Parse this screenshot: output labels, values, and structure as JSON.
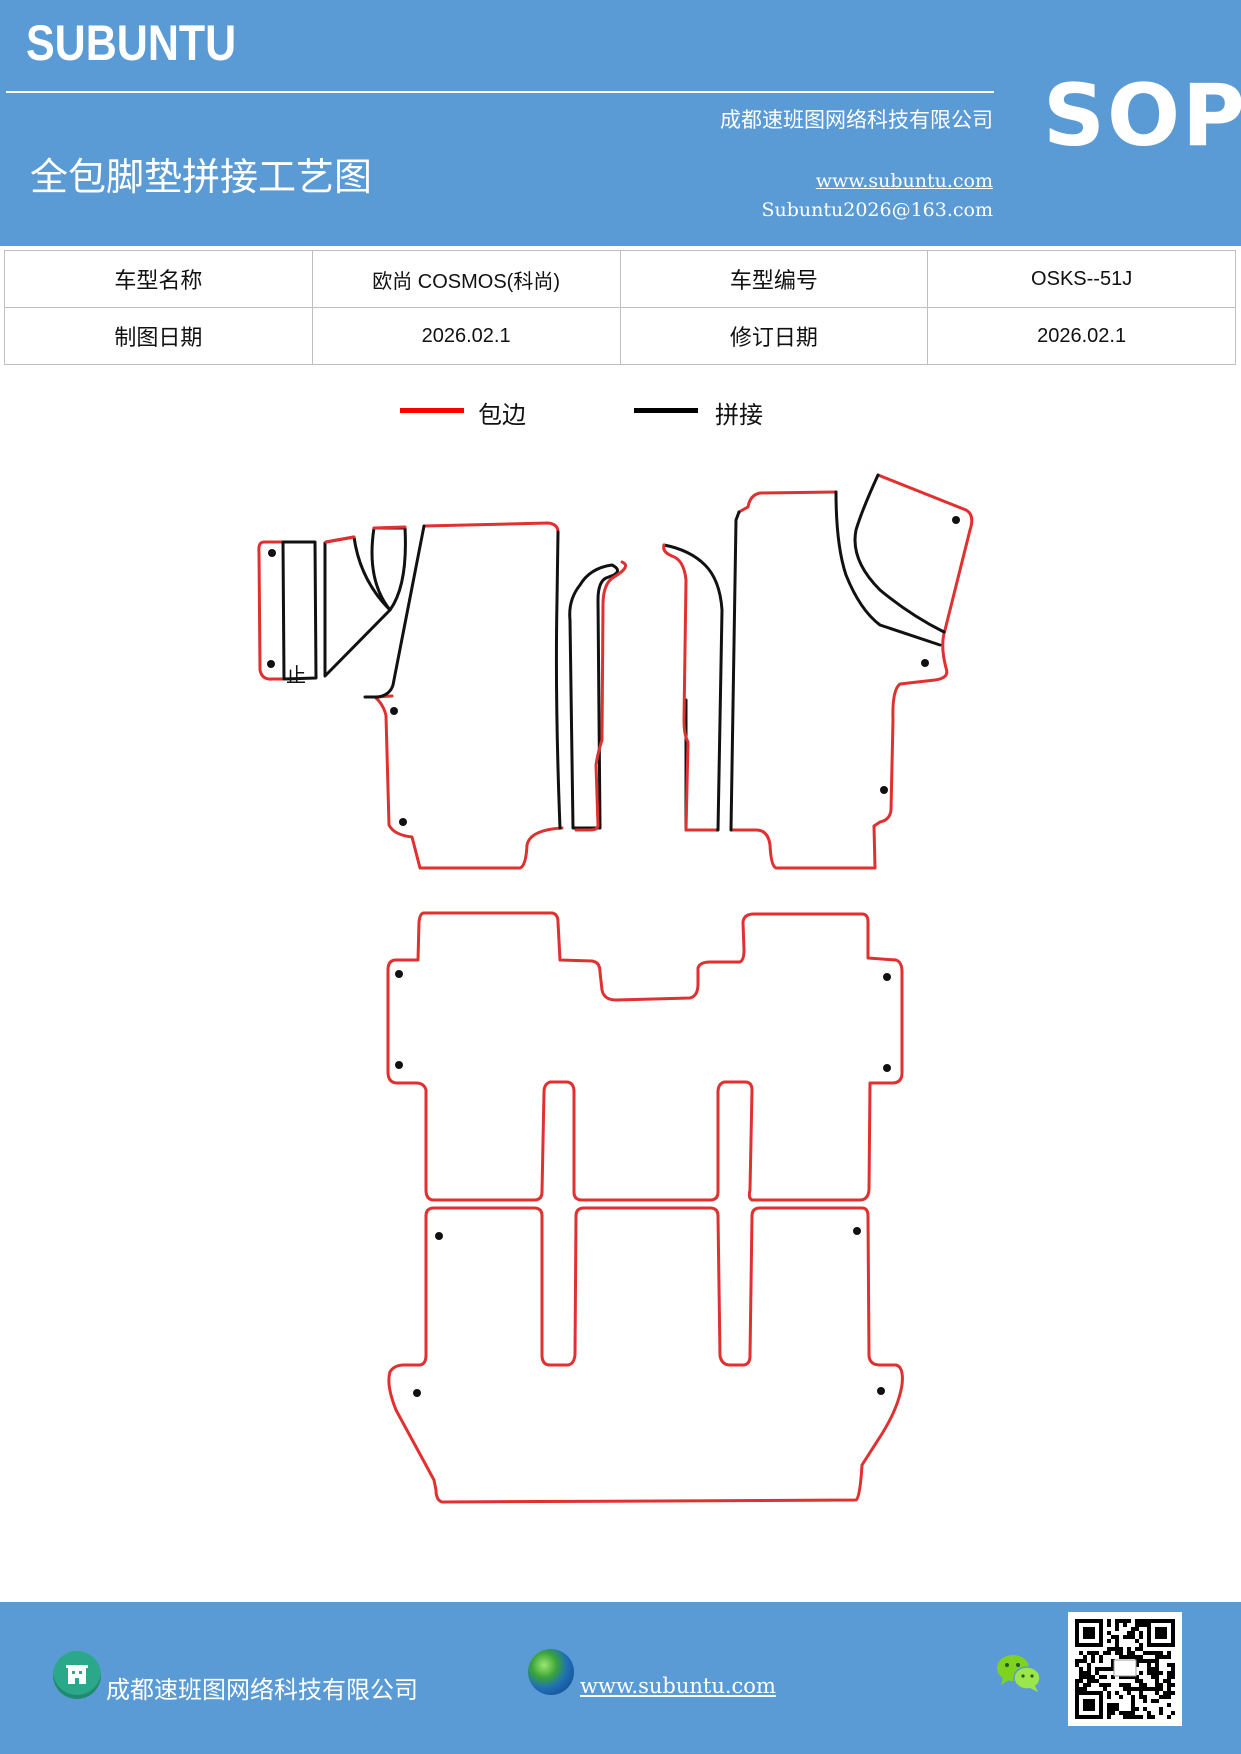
{
  "header": {
    "brand": "SUBUNTU",
    "company": "成都速班图网络科技有限公司",
    "title": "全包脚垫拼接工艺图",
    "website": "www.subuntu.com",
    "email": "Subuntu2026@163.com",
    "badge": "SOP"
  },
  "info_table": {
    "rows": [
      [
        "车型名称",
        "欧尚 COSMOS(科尚)",
        "车型编号",
        "OSKS--51J"
      ],
      [
        "制图日期",
        "2026.02.1",
        "修订日期",
        "2026.02.1"
      ]
    ]
  },
  "legend": [
    {
      "label": "包边",
      "color": "#ff0000"
    },
    {
      "label": "拼接",
      "color": "#000000"
    }
  ],
  "diagram": {
    "marker_text": "止",
    "edge_color": "#e03030",
    "seam_color": "#111111"
  },
  "footer": {
    "company": "成都速班图网络科技有限公司",
    "website": "www.subuntu.com"
  },
  "colors": {
    "header_bg": "#5b9bd5",
    "footer_bg": "#5b9bd5"
  },
  "icons": [
    "building-icon",
    "globe-icon",
    "wechat-icon",
    "qr-code"
  ]
}
